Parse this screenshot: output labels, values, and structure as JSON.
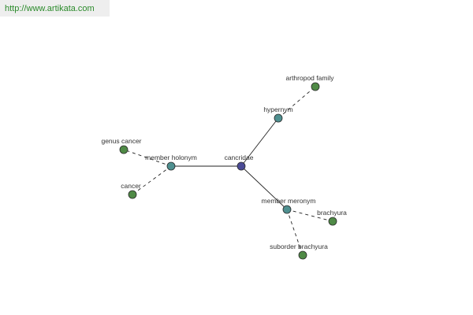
{
  "header": {
    "url_text": "http://www.artikata.com"
  },
  "colors": {
    "center_node": "#4b4b96",
    "relation_node": "#4f9090",
    "leaf_node": "#4f8a46",
    "node_stroke": "#2a2a2a",
    "edge": "#222222",
    "url_text": "#2a8a2a"
  },
  "graph": {
    "nodes": [
      {
        "id": "cancridae",
        "label": "cancridae",
        "kind": "center"
      },
      {
        "id": "member-holonym",
        "label": "member holonym",
        "kind": "relation"
      },
      {
        "id": "hypernym",
        "label": "hypernym",
        "kind": "relation"
      },
      {
        "id": "member-meronym",
        "label": "member meronym",
        "kind": "relation"
      },
      {
        "id": "genus-cancer",
        "label": "genus cancer",
        "kind": "leaf"
      },
      {
        "id": "cancer",
        "label": "cancer",
        "kind": "leaf"
      },
      {
        "id": "arthropod-family",
        "label": "arthropod family",
        "kind": "leaf"
      },
      {
        "id": "brachyura",
        "label": "brachyura",
        "kind": "leaf"
      },
      {
        "id": "suborder-brachyura",
        "label": "suborder brachyura",
        "kind": "leaf"
      }
    ],
    "edges": [
      {
        "from": "cancridae",
        "to": "member-holonym",
        "style": "solid"
      },
      {
        "from": "cancridae",
        "to": "hypernym",
        "style": "solid"
      },
      {
        "from": "cancridae",
        "to": "member-meronym",
        "style": "solid"
      },
      {
        "from": "member-holonym",
        "to": "genus-cancer",
        "style": "dashed"
      },
      {
        "from": "member-holonym",
        "to": "cancer",
        "style": "dashed"
      },
      {
        "from": "hypernym",
        "to": "arthropod-family",
        "style": "dashed"
      },
      {
        "from": "member-meronym",
        "to": "brachyura",
        "style": "dashed"
      },
      {
        "from": "member-meronym",
        "to": "suborder-brachyura",
        "style": "dashed"
      }
    ]
  }
}
